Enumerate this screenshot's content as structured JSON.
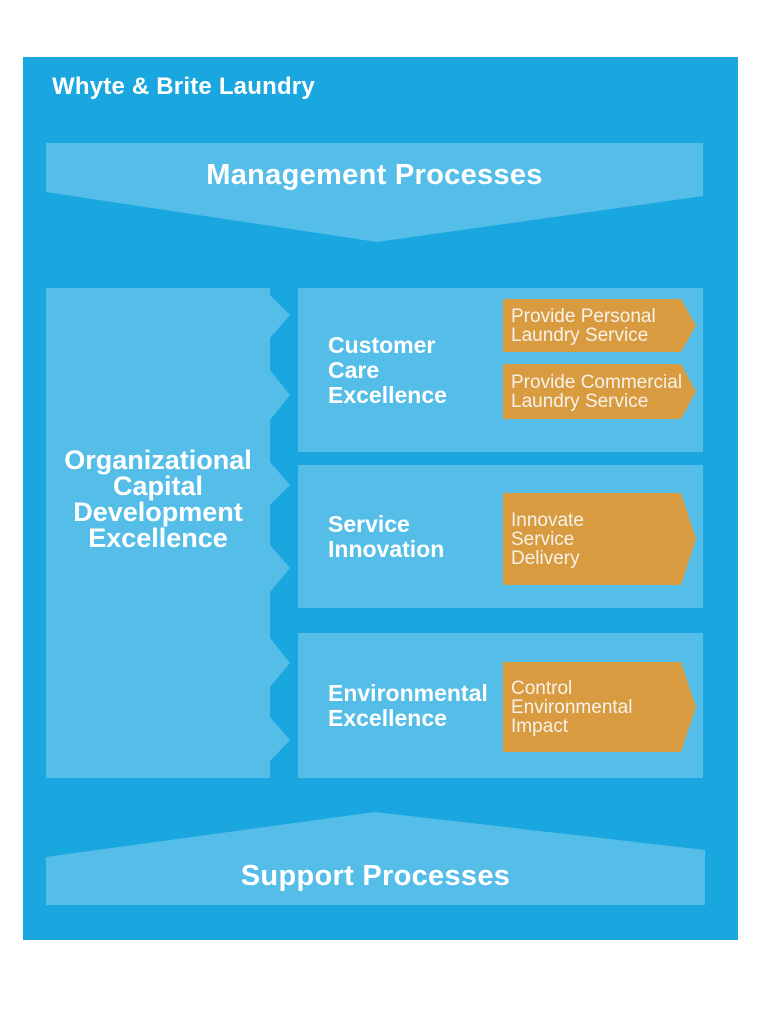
{
  "palette": {
    "page_bg": "#ffffff",
    "canvas_blue": "#1aa6df",
    "panel_blue": "#55bee8",
    "arrow_orange": "#d89b40",
    "text_light": "#ffffff"
  },
  "header": {
    "company": "Whyte & Brite Laundry"
  },
  "banners": {
    "top": "Management Processes",
    "bottom": "Support Processes"
  },
  "left_panel": {
    "lines": [
      "Organizational",
      "Capital",
      "Development",
      "Excellence"
    ]
  },
  "rows": [
    {
      "title_lines": [
        "Customer",
        "Care",
        "Excellence"
      ],
      "arrows": [
        {
          "lines": [
            "Provide Personal",
            "Laundry Service"
          ]
        },
        {
          "lines": [
            "Provide Commercial",
            "Laundry Service"
          ]
        }
      ]
    },
    {
      "title_lines": [
        "Service",
        "Innovation"
      ],
      "arrows": [
        {
          "lines": [
            "Innovate",
            "Service",
            "Delivery"
          ]
        }
      ]
    },
    {
      "title_lines": [
        "Environmental",
        "Excellence"
      ],
      "arrows": [
        {
          "lines": [
            "Control",
            "Environmental",
            "Impact"
          ]
        }
      ]
    }
  ]
}
